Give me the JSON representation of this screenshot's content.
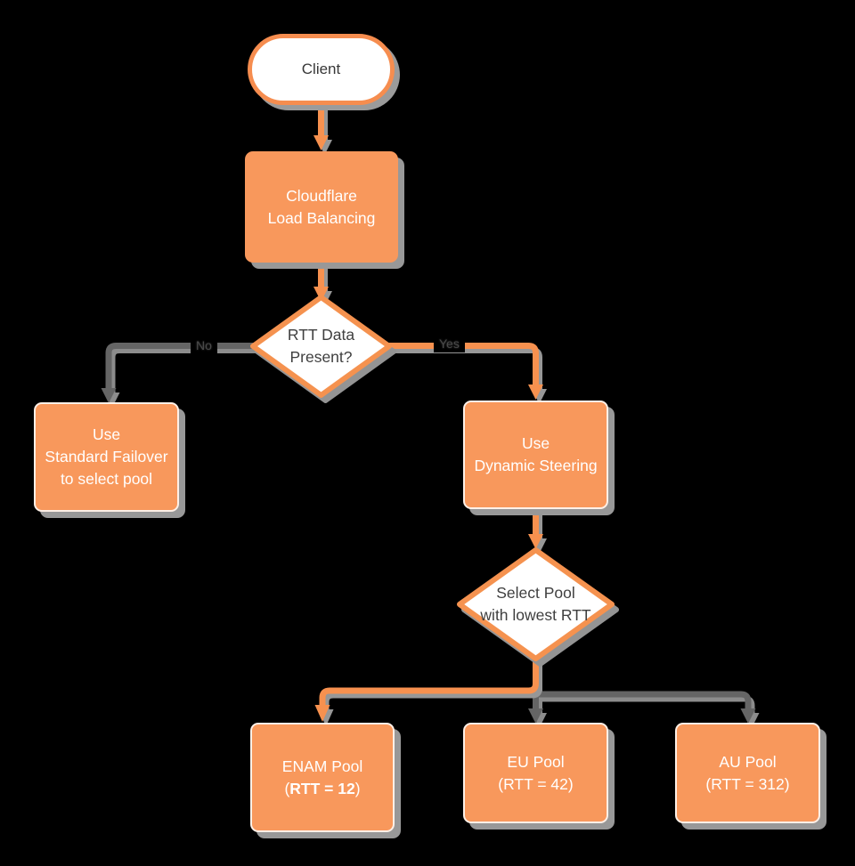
{
  "diagram": {
    "background": "#000000",
    "accent_orange": "#F8985C",
    "line_orange": "#F7914F",
    "line_gray": "#656565",
    "shadow_gray": "#989898"
  },
  "nodes": {
    "client": {
      "label": "Client"
    },
    "cloudflare": {
      "line1": "Cloudflare",
      "line2": "Load Balancing"
    },
    "rtt_present": {
      "line1": "RTT Data",
      "line2": "Present?"
    },
    "standard_failover": {
      "line1": "Use",
      "line2": "Standard Failover",
      "line3": "to select pool"
    },
    "dynamic_steering": {
      "line1": "Use",
      "line2": "Dynamic Steering"
    },
    "select_pool": {
      "line1": "Select Pool",
      "line2": "with lowest RTT"
    },
    "enam_pool": {
      "line1": "ENAM Pool",
      "line2_prefix": "(",
      "line2_bold": "RTT = 12",
      "line2_suffix": ")"
    },
    "eu_pool": {
      "line1": "EU Pool",
      "line2": "(RTT = 42)"
    },
    "au_pool": {
      "line1": "AU Pool",
      "line2": "(RTT = 312)"
    }
  },
  "edges": {
    "no_label": "No",
    "yes_label": "Yes"
  }
}
